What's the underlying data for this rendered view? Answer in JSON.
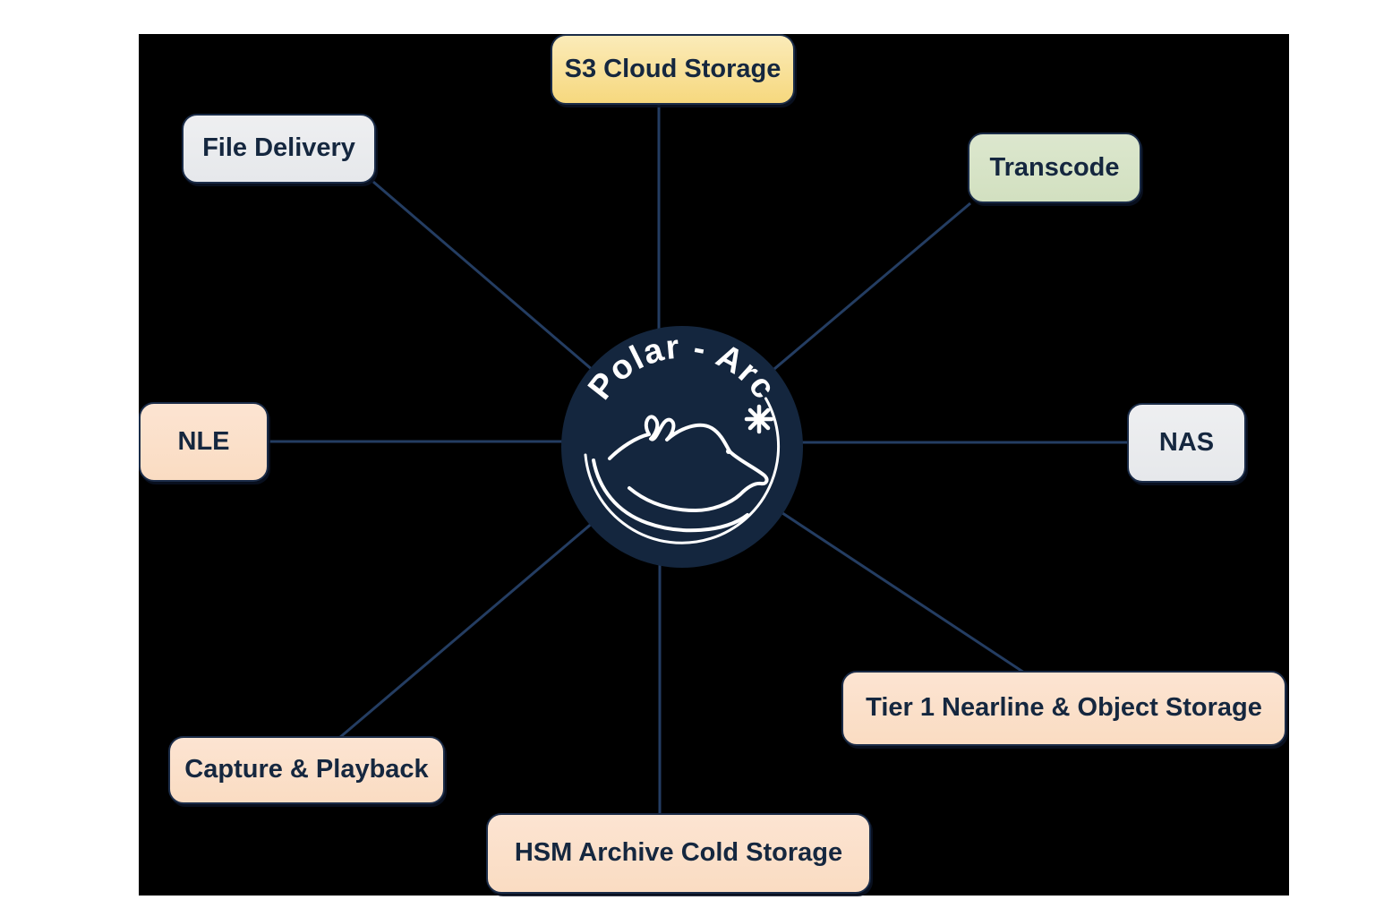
{
  "hub": {
    "label": "Polar - Arc"
  },
  "nodes": [
    {
      "id": "s3-cloud-storage",
      "label": "S3 Cloud Storage",
      "category": "yellow"
    },
    {
      "id": "file-delivery",
      "label": "File Delivery",
      "category": "gray"
    },
    {
      "id": "transcode",
      "label": "Transcode",
      "category": "green"
    },
    {
      "id": "nas",
      "label": "NAS",
      "category": "gray"
    },
    {
      "id": "nle",
      "label": "NLE",
      "category": "peach"
    },
    {
      "id": "capture-playback",
      "label": "Capture & Playback",
      "category": "peach"
    },
    {
      "id": "tier1-nearline",
      "label": "Tier 1 Nearline & Object Storage",
      "category": "peach"
    },
    {
      "id": "hsm-archive",
      "label": "HSM  Archive Cold Storage",
      "category": "peach"
    }
  ],
  "connections": [
    {
      "from": "hub",
      "to": "s3-cloud-storage"
    },
    {
      "from": "hub",
      "to": "file-delivery"
    },
    {
      "from": "hub",
      "to": "transcode"
    },
    {
      "from": "hub",
      "to": "nas"
    },
    {
      "from": "hub",
      "to": "nle"
    },
    {
      "from": "hub",
      "to": "capture-playback"
    },
    {
      "from": "hub",
      "to": "tier1-nearline"
    },
    {
      "from": "hub",
      "to": "hsm-archive"
    }
  ],
  "colors": {
    "page_background": "#ffffff",
    "canvas_background": "#000000",
    "connector_line": "#243D62",
    "node_border": "#1B2C48",
    "node_text": "#15273F",
    "hub_circle": "#14263E",
    "hub_artwork": "#FFFFFF",
    "yellow_node": "#F6D87E",
    "green_node": "#D7E3C7",
    "gray_node": "#E9EBEE",
    "peach_node": "#FBDFC9"
  }
}
